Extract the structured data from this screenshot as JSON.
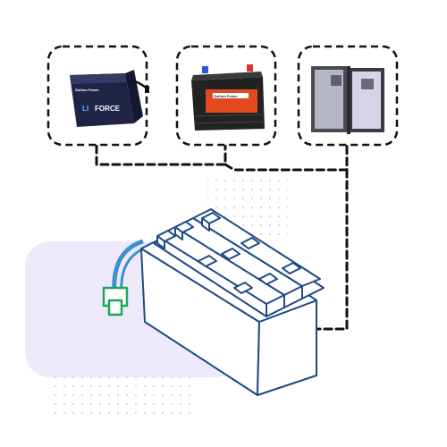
{
  "products": {
    "lithium_battery": {
      "brand_small": "SuKam Power",
      "name_left": "LI",
      "name_right": "FORCE"
    },
    "lead_acid_battery": {
      "brand_small": "SuKam Power"
    },
    "inverter_unit": {}
  },
  "colors": {
    "battery_outline": "#1e4a84",
    "terminal_green": "#1aa85a",
    "cable_blue": "#3d8fd3",
    "dashed_connector": "#111111",
    "background_blob": "#eeeafb",
    "dot_grid": "#d0d0d0",
    "lithium_body": "#1f2447",
    "lead_body": "#222222",
    "lead_label": "#e04a1e",
    "inverter_body": "#4a4a52"
  }
}
